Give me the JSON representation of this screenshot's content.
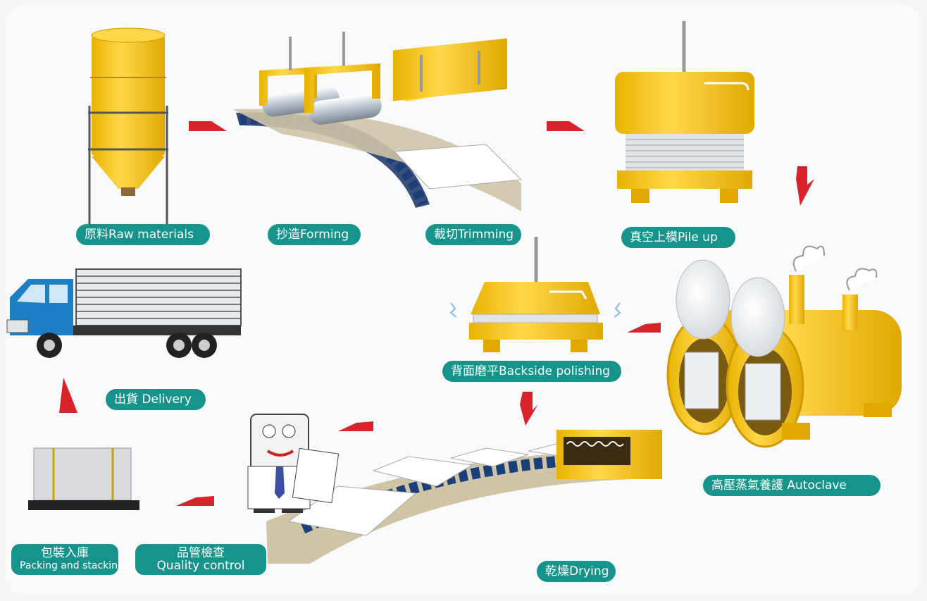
{
  "steps": {
    "raw_materials": "原料Raw materials",
    "forming": "抄造Forming",
    "trimming": "裁切Trimming",
    "pile_up": "真空上模Pile up",
    "autoclave": "高壓蒸氣養護 Autoclave",
    "backside_polishing": "背面磨平Backside polishing",
    "drying": "乾燥Drying",
    "quality_zh": "品管檢查",
    "quality_en": "Quality control",
    "packing_zh": "包裝入庫",
    "packing_en": "Packing and stacking",
    "delivery": "出貨 Delivery"
  },
  "colors": {
    "yellow": "#f5c400",
    "yellow_dark": "#d9a600",
    "label_bg": "#16948b",
    "arrow": "#d8232a",
    "truck_blue": "#1f7fc4",
    "belt": "#c9bfa5",
    "roller": "#1b3f7a"
  }
}
